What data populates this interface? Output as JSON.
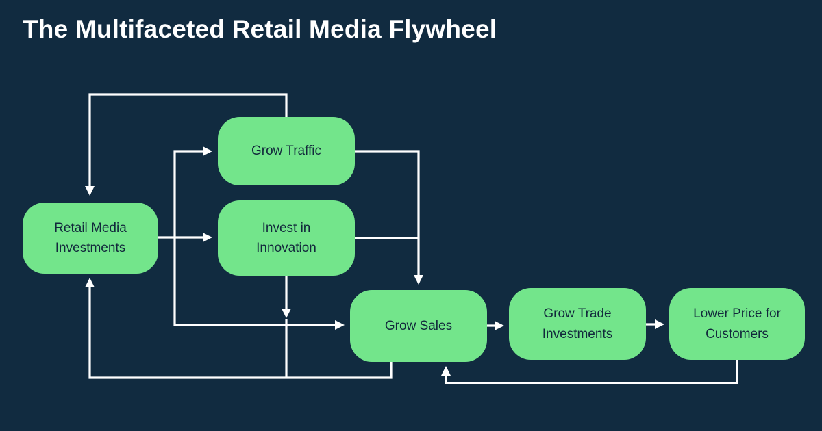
{
  "title": "The Multifaceted Retail Media Flywheel",
  "colors": {
    "background": "#112B40",
    "node": "#73E58B",
    "node_text": "#12293C",
    "arrow": "#FFFFFF"
  },
  "nodes": [
    {
      "id": "retail-media-investments",
      "label": "Retail Media Investments"
    },
    {
      "id": "grow-traffic",
      "label": "Grow Traffic"
    },
    {
      "id": "invest-in-innovation",
      "label": "Invest in Innovation"
    },
    {
      "id": "grow-sales",
      "label": "Grow Sales"
    },
    {
      "id": "grow-trade-investments",
      "label": "Grow Trade Investments"
    },
    {
      "id": "lower-price-for-customers",
      "label": "Lower Price for Customers"
    }
  ],
  "edges": [
    {
      "id": "traffic-feedback-to-retail-media",
      "from": "grow-traffic",
      "to": "retail-media-investments"
    },
    {
      "id": "retail-media-to-grow-traffic",
      "from": "retail-media-investments",
      "to": "grow-traffic"
    },
    {
      "id": "retail-media-to-invest-in-innovation",
      "from": "retail-media-investments",
      "to": "invest-in-innovation"
    },
    {
      "id": "retail-media-to-grow-sales",
      "from": "retail-media-investments",
      "to": "grow-sales"
    },
    {
      "id": "invest-in-innovation-down-to-sales-path",
      "from": "invest-in-innovation",
      "to": "grow-sales"
    },
    {
      "id": "grow-traffic-to-grow-sales",
      "from": "grow-traffic",
      "to": "grow-sales"
    },
    {
      "id": "invest-in-innovation-to-grow-sales",
      "from": "invest-in-innovation",
      "to": "grow-sales"
    },
    {
      "id": "grow-sales-to-grow-trade-investments",
      "from": "grow-sales",
      "to": "grow-trade-investments"
    },
    {
      "id": "grow-trade-investments-to-lower-price",
      "from": "grow-trade-investments",
      "to": "lower-price-for-customers"
    },
    {
      "id": "lower-price-feedback-to-grow-sales",
      "from": "lower-price-for-customers",
      "to": "grow-sales"
    },
    {
      "id": "grow-sales-feedback-to-retail-media",
      "from": "grow-sales",
      "to": "retail-media-investments"
    }
  ]
}
